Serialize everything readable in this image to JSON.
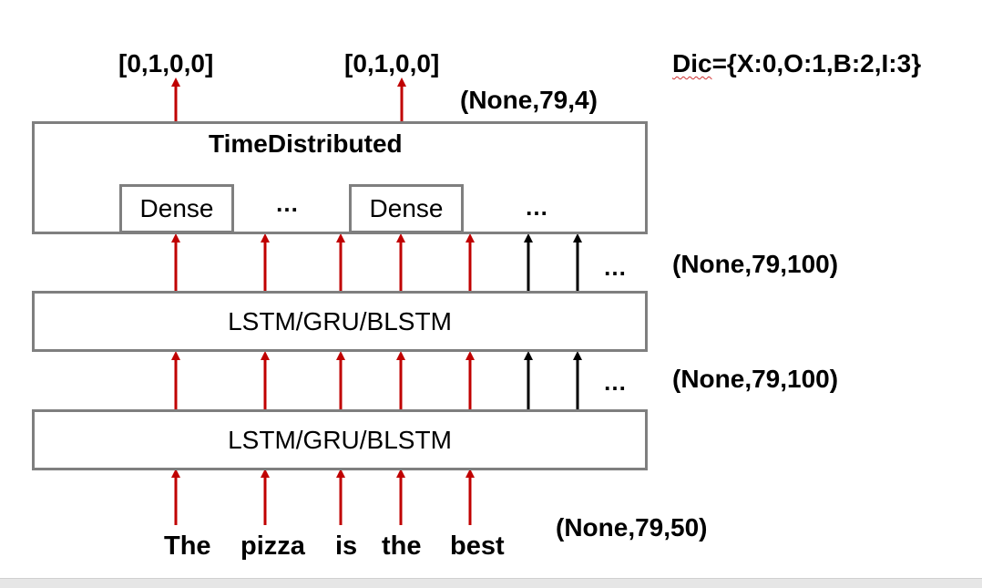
{
  "outputs": {
    "left": "[0,1,0,0]",
    "right": "[0,1,0,0]"
  },
  "dictionary": {
    "prefix": "Dic",
    "rest": "={X:0,O:1,B:2,I:3}"
  },
  "shapes": {
    "top": "(None,79,4)",
    "upper": "(None,79,100)",
    "lower": "(None,79,100)",
    "input": "(None,79,50)"
  },
  "time_distributed": {
    "title": "TimeDistributed",
    "dense_left": "Dense",
    "dense_right": "Dense",
    "ellipsis_mid": "…",
    "ellipsis_right": "…"
  },
  "layers": {
    "upper": "LSTM/GRU/BLSTM",
    "lower": "LSTM/GRU/BLSTM"
  },
  "ellipsis": {
    "upper": "…",
    "lower": "…"
  },
  "words": [
    "The",
    "pizza",
    "is",
    "the",
    "best"
  ],
  "colors": {
    "arrow_red": "#c00000",
    "arrow_black": "#000000",
    "box_border": "#7f7f7f"
  }
}
